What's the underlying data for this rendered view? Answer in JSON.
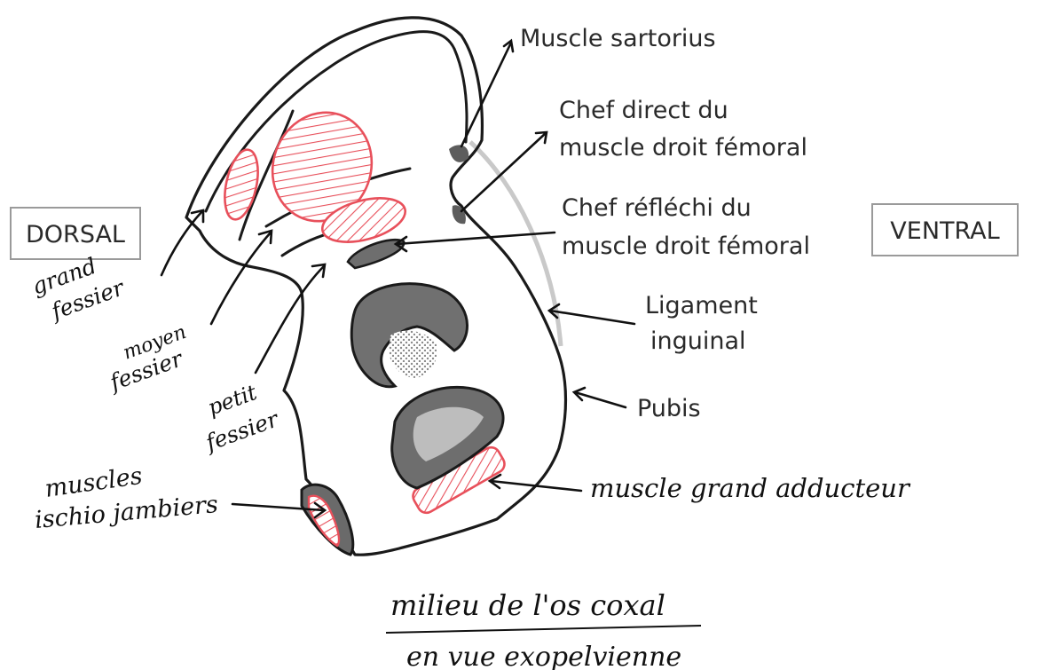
{
  "labels": {
    "dorsal": "DORSAL",
    "ventral": "VENTRAL",
    "sartorius": "Muscle sartorius",
    "chef_direct_1": "Chef direct du",
    "chef_direct_2": "muscle droit fémoral",
    "chef_reflechi_1": "Chef réfléchi du",
    "chef_reflechi_2": "muscle droit fémoral",
    "ligament_1": "Ligament",
    "ligament_2": "inguinal",
    "pubis": "Pubis"
  },
  "handwritten": {
    "grand_fessier_1": "grand",
    "grand_fessier_2": "fessier",
    "moyen_fessier_1": "moyen",
    "moyen_fessier_2": "fessier",
    "petit_fessier_1": "petit",
    "petit_fessier_2": "fessier",
    "ischio_1": "muscles",
    "ischio_2": "ischio jambiers",
    "grand_adducteur": "muscle grand adducteur",
    "caption_1": "milieu de l'os coxal",
    "caption_2": "en vue exopelvienne"
  },
  "colors": {
    "muscle_insertion": "#e8505b",
    "outline": "#1a1a1a",
    "acetabulum_fill": "#707070",
    "ligament_line": "#c9c9c9"
  }
}
